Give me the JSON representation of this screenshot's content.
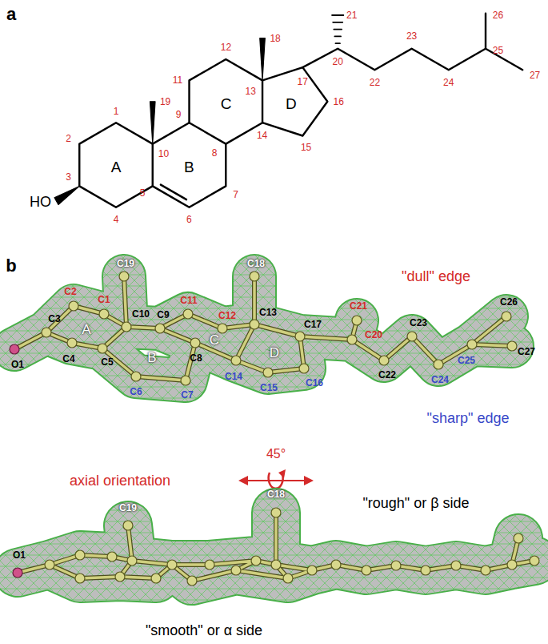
{
  "diagram": {
    "labels": [
      "a",
      "1",
      "2",
      "3",
      "4",
      "5",
      "6",
      "7",
      "8",
      "9",
      "10",
      "11",
      "12",
      "13",
      "14",
      "15",
      "16",
      "17",
      "18",
      "19",
      "20",
      "21",
      "22",
      "23",
      "24",
      "25",
      "26",
      "27",
      "HO",
      "A",
      "B",
      "C",
      "D",
      "b",
      "\"dull\" edge",
      "C19",
      "C18",
      "C21",
      "C26",
      "C2",
      "C1",
      "C11",
      "C12",
      "C13",
      "C10",
      "C9",
      "C3",
      "C17",
      "C20",
      "C23",
      "O1",
      "A",
      "C4",
      "C5",
      "B",
      "C8",
      "C",
      "D",
      "C22",
      "C25",
      "C27",
      "C14",
      "C15",
      "C16",
      "C24",
      "C6",
      "C7",
      "\"sharp\" edge",
      "45°",
      "axial orientation",
      "C19",
      "C18",
      "\"rough\" or β side",
      "O1",
      "\"smooth\" or α side"
    ]
  }
}
